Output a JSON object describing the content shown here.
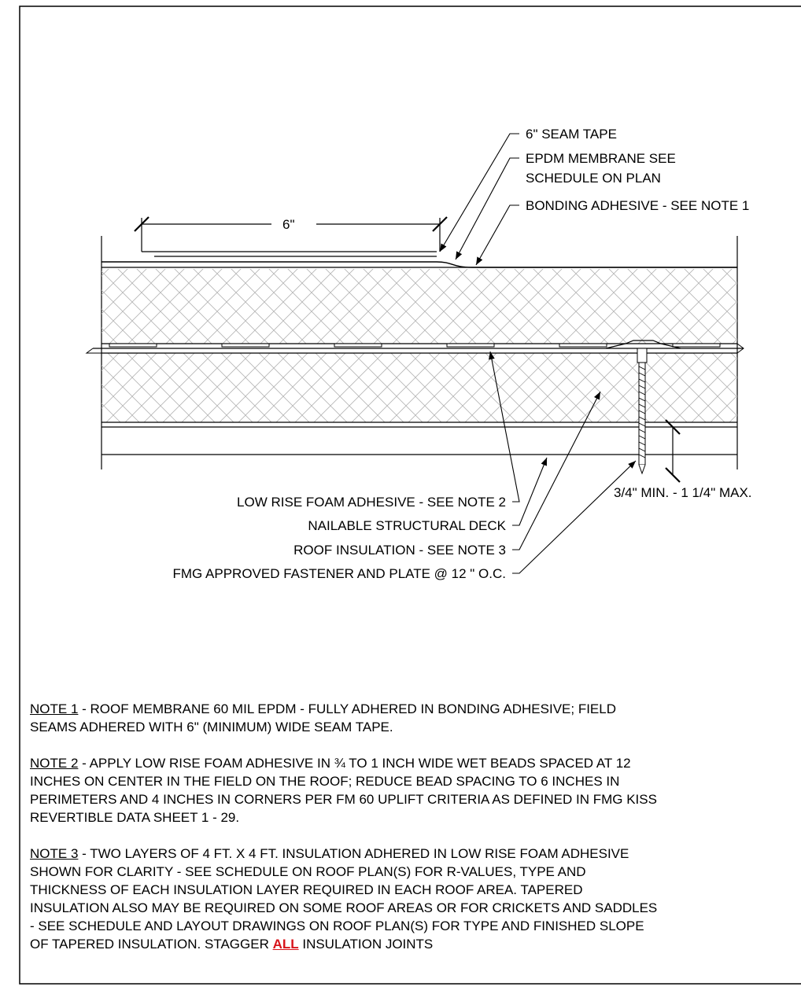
{
  "callouts": {
    "seam_tape": "6\" SEAM TAPE",
    "membrane_line1": "EPDM MEMBRANE SEE",
    "membrane_line2": "SCHEDULE ON PLAN",
    "bonding_adhesive": "BONDING ADHESIVE - SEE NOTE 1",
    "foam_adhesive": "LOW RISE FOAM ADHESIVE - SEE NOTE 2",
    "structural_deck": "NAILABLE STRUCTURAL DECK",
    "roof_insulation": "ROOF INSULATION - SEE NOTE 3",
    "fastener": "FMG APPROVED FASTENER AND PLATE @ 12 \" O.C.",
    "seam_width_dim": "6\"",
    "penetration_dim": "3/4\" MIN. - 1 1/4\" MAX."
  },
  "notes": {
    "note1": {
      "heading": "NOTE 1",
      "line1": " - ROOF MEMBRANE  60 MIL EPDM - FULLY ADHERED IN BONDING ADHESIVE; FIELD",
      "line2": "SEAMS ADHERED WITH 6\" (MINIMUM) WIDE SEAM TAPE."
    },
    "note2": {
      "heading": "NOTE 2",
      "line1": " - APPLY LOW RISE FOAM ADHESIVE IN ¾  TO 1 INCH WIDE WET BEADS SPACED AT 12",
      "line2": "INCHES ON CENTER IN THE FIELD ON THE ROOF; REDUCE BEAD SPACING TO 6 INCHES IN",
      "line3": "PERIMETERS AND 4 INCHES IN CORNERS PER FM 60 UPLIFT CRITERIA AS DEFINED IN FMG KISS",
      "line4": "REVERTIBLE DATA SHEET 1 - 29."
    },
    "note3": {
      "heading": "NOTE 3",
      "line1": " - TWO LAYERS OF 4 FT. X 4 FT. INSULATION ADHERED IN LOW RISE FOAM ADHESIVE",
      "line2": "SHOWN FOR CLARITY - SEE SCHEDULE ON ROOF PLAN(S) FOR R-VALUES, TYPE AND",
      "line3": "THICKNESS OF EACH INSULATION LAYER REQUIRED IN EACH ROOF AREA. TAPERED",
      "line4": "INSULATION ALSO MAY BE REQUIRED ON SOME ROOF AREAS OR FOR CRICKETS AND SADDLES",
      "line5": "- SEE SCHEDULE AND LAYOUT DRAWINGS ON ROOF PLAN(S) FOR TYPE AND FINISHED SLOPE",
      "line6_pre": "OF TAPERED INSULATION. STAGGER ",
      "line6_em": "ALL",
      "line6_post": " INSULATION JOINTS"
    }
  },
  "colors": {
    "line": "#000000",
    "emphasis": "#d8141b",
    "hatch": "#9a9a9a"
  }
}
